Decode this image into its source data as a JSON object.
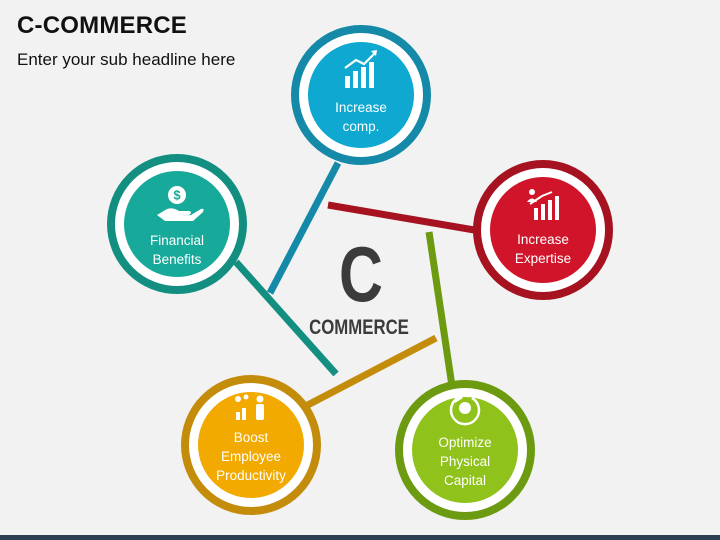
{
  "header": {
    "title": "C-COMMERCE",
    "subtitle": "Enter your sub headline here"
  },
  "center": {
    "letter": "C",
    "word": "COMMERCE"
  },
  "nodes": [
    {
      "id": "increase-comp",
      "lines": [
        "Increase",
        "comp."
      ],
      "icon": "growth-chart-icon",
      "color": "#0ea8d0",
      "ring": "#1489a8"
    },
    {
      "id": "increase-expertise",
      "lines": [
        "Increase",
        "Expertise"
      ],
      "icon": "expertise-chart-icon",
      "color": "#d0152a",
      "ring": "#a6121f"
    },
    {
      "id": "optimize-physical-capital",
      "lines": [
        "Optimize",
        "Physical",
        "Capital"
      ],
      "icon": "money-cycle-icon",
      "color": "#8fc21b",
      "ring": "#6c9a10"
    },
    {
      "id": "boost-employee-productivity",
      "lines": [
        "Boost",
        "Employee",
        "Productivity"
      ],
      "icon": "employee-growth-icon",
      "color": "#f2a900",
      "ring": "#c48c0b"
    },
    {
      "id": "financial-benefits",
      "lines": [
        "Financial",
        "Benefits"
      ],
      "icon": "hand-dollar-icon",
      "color": "#17aa9a",
      "ring": "#138f82"
    }
  ]
}
